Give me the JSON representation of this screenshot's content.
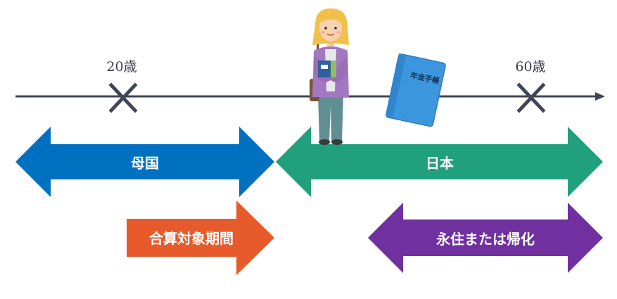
{
  "timeline": {
    "ages": [
      {
        "label": "20歳"
      },
      {
        "label": "60歳"
      }
    ]
  },
  "arrows": {
    "home_country": {
      "label": "母国",
      "color": "#0070c0"
    },
    "japan": {
      "label": "日本",
      "color": "#21a07d"
    },
    "coverage_period": {
      "label": "合算対象期間",
      "color": "#e65a2b"
    },
    "permanent_or_naturalized": {
      "label": "永住または帰化",
      "color": "#7030a0"
    }
  },
  "illustrations": {
    "pension_book": {
      "label": "年金手帳",
      "color": "#3b96dd"
    },
    "person": {
      "icon": "foreign-woman-illustration"
    }
  },
  "colors": {
    "axis": "#3f4655",
    "cross": "#3f4655"
  }
}
